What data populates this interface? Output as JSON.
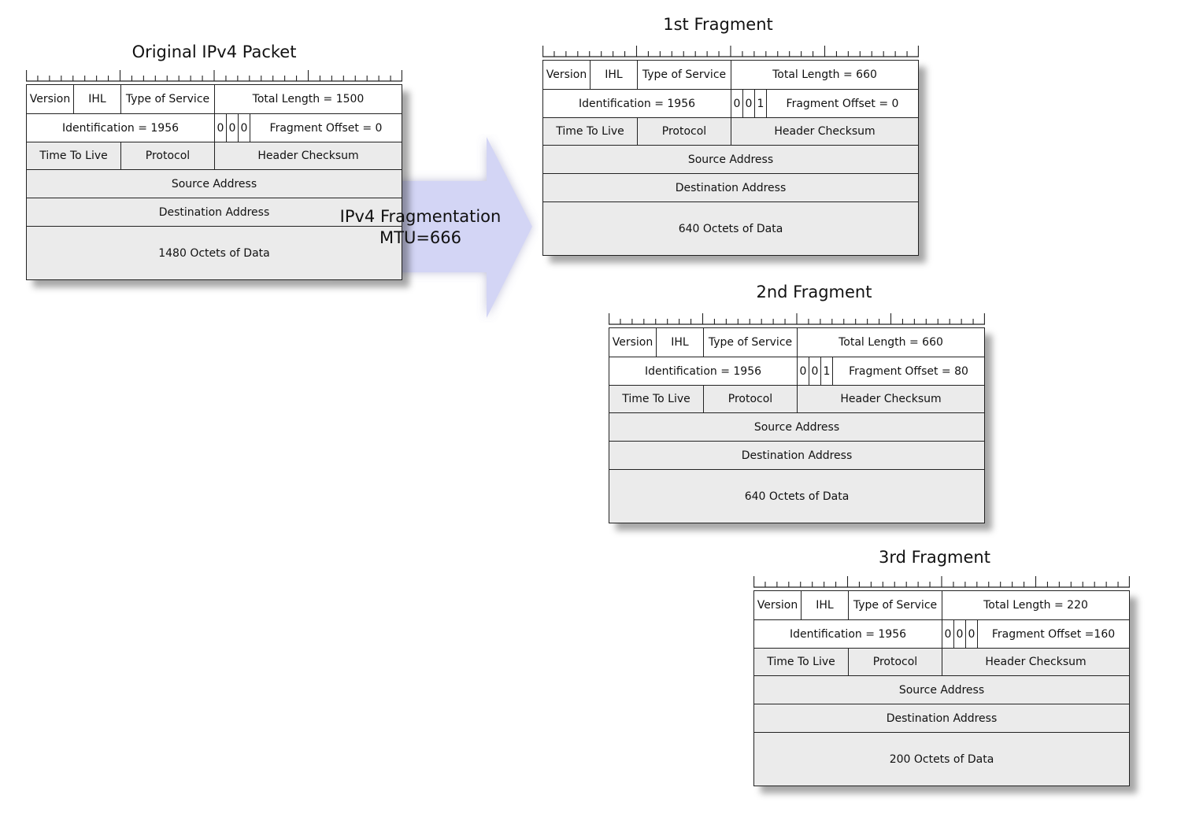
{
  "arrow": {
    "line1": "IPv4 Fragmentation",
    "line2": "MTU=666"
  },
  "packets": [
    {
      "title": "Original IPv4 Packet",
      "version": "Version",
      "ihl": "IHL",
      "tos": "Type of Service",
      "total_length": "Total Length = 1500",
      "identification": "Identification = 1956",
      "flags": [
        "0",
        "0",
        "0"
      ],
      "fragment_offset": "Fragment Offset = 0",
      "ttl": "Time To Live",
      "protocol": "Protocol",
      "checksum": "Header Checksum",
      "source": "Source Address",
      "destination": "Destination Address",
      "data": "1480 Octets of Data"
    },
    {
      "title": "1st Fragment",
      "version": "Version",
      "ihl": "IHL",
      "tos": "Type of Service",
      "total_length": "Total Length = 660",
      "identification": "Identification = 1956",
      "flags": [
        "0",
        "0",
        "1"
      ],
      "fragment_offset": "Fragment Offset = 0",
      "ttl": "Time To Live",
      "protocol": "Protocol",
      "checksum": "Header Checksum",
      "source": "Source Address",
      "destination": "Destination Address",
      "data": "640 Octets of Data"
    },
    {
      "title": "2nd Fragment",
      "version": "Version",
      "ihl": "IHL",
      "tos": "Type of Service",
      "total_length": "Total Length = 660",
      "identification": "Identification = 1956",
      "flags": [
        "0",
        "0",
        "1"
      ],
      "fragment_offset": "Fragment Offset = 80",
      "ttl": "Time To Live",
      "protocol": "Protocol",
      "checksum": "Header Checksum",
      "source": "Source Address",
      "destination": "Destination Address",
      "data": "640 Octets of Data"
    },
    {
      "title": "3rd Fragment",
      "version": "Version",
      "ihl": "IHL",
      "tos": "Type of Service",
      "total_length": "Total Length = 220",
      "identification": "Identification = 1956",
      "flags": [
        "0",
        "0",
        "0"
      ],
      "fragment_offset": "Fragment Offset =160",
      "ttl": "Time To Live",
      "protocol": "Protocol",
      "checksum": "Header Checksum",
      "source": "Source Address",
      "destination": "Destination Address",
      "data": "200 Octets of Data"
    }
  ]
}
